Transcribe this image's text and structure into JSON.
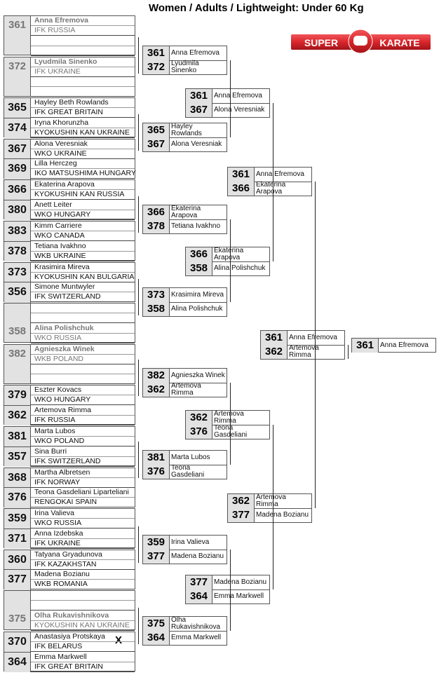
{
  "title": "Women / Adults / Lightweight: Under 60 Kg",
  "logo": {
    "left_text": "SUPER",
    "right_text": "KARATE",
    "color": "#d9262b"
  },
  "round1": [
    {
      "bye": true,
      "competitors": [
        {
          "num": "361",
          "name": "Anna Efremova",
          "club": "IFK RUSSIA"
        },
        null
      ]
    },
    {
      "bye": true,
      "competitors": [
        {
          "num": "372",
          "name": "Lyudmila Sinenko",
          "club": "IFK UKRAINE"
        },
        null
      ]
    },
    {
      "bye": false,
      "competitors": [
        {
          "num": "365",
          "name": "Hayley Beth Rowlands",
          "club": "IFK GREAT BRITAIN"
        },
        {
          "num": "374",
          "name": "Iryna Khorunzha",
          "club": "KYOKUSHIN KAN UKRAINE"
        }
      ]
    },
    {
      "bye": false,
      "competitors": [
        {
          "num": "367",
          "name": "Alona Veresniak",
          "club": "WKO UKRAINE"
        },
        {
          "num": "369",
          "name": "Lilla Herczeg",
          "club": "IKO MATSUSHIMA HUNGARY"
        }
      ]
    },
    {
      "bye": false,
      "competitors": [
        {
          "num": "366",
          "name": "Ekaterina Arapova",
          "club": "KYOKUSHIN KAN RUSSIA"
        },
        {
          "num": "380",
          "name": "Anett Leiter",
          "club": "WKO HUNGARY"
        }
      ]
    },
    {
      "bye": false,
      "competitors": [
        {
          "num": "383",
          "name": "Kimm Carriere",
          "club": "WKO CANADA"
        },
        {
          "num": "378",
          "name": "Tetiana Ivakhno",
          "club": "WKB UKRAINE"
        }
      ]
    },
    {
      "bye": false,
      "competitors": [
        {
          "num": "373",
          "name": "Krasimira Mireva",
          "club": "KYOKUSHIN KAN BULGARIA"
        },
        {
          "num": "356",
          "name": "Simone Muntwyler",
          "club": "IFK SWITZERLAND"
        }
      ]
    },
    {
      "bye": true,
      "competitors": [
        null,
        {
          "num": "358",
          "name": "Alina Polishchuk",
          "club": "WKO RUSSIA"
        }
      ]
    },
    {
      "bye": true,
      "competitors": [
        {
          "num": "382",
          "name": "Agnieszka Winek",
          "club": "WKB POLAND"
        },
        null
      ]
    },
    {
      "bye": false,
      "competitors": [
        {
          "num": "379",
          "name": "Eszter Kovacs",
          "club": "WKO HUNGARY"
        },
        {
          "num": "362",
          "name": "Artemova Rimma",
          "club": "IFK RUSSIA"
        }
      ]
    },
    {
      "bye": false,
      "competitors": [
        {
          "num": "381",
          "name": "Marta Lubos",
          "club": "WKO POLAND"
        },
        {
          "num": "357",
          "name": "Sina Burri",
          "club": "IFK SWITZERLAND"
        }
      ]
    },
    {
      "bye": false,
      "competitors": [
        {
          "num": "368",
          "name": "Martha Albretsen",
          "club": "IFK NORWAY"
        },
        {
          "num": "376",
          "name": "Teona Gasdeliani Liparteliani",
          "club": "RENGOKAI SPAIN"
        }
      ]
    },
    {
      "bye": false,
      "competitors": [
        {
          "num": "359",
          "name": "Irina Valieva",
          "club": "WKO RUSSIA"
        },
        {
          "num": "371",
          "name": "Anna Izdebska",
          "club": "IFK UKRAINE"
        }
      ]
    },
    {
      "bye": false,
      "competitors": [
        {
          "num": "360",
          "name": "Tatyana Gryadunova",
          "club": "IFK KAZAKHSTAN"
        },
        {
          "num": "377",
          "name": "Madena Bozianu",
          "club": "WKB ROMANIA"
        }
      ]
    },
    {
      "bye": true,
      "competitors": [
        null,
        {
          "num": "375",
          "name": "Olha Rukavishnikova",
          "club": "KYOKUSHIN KAN UKRAINE"
        }
      ]
    },
    {
      "bye": false,
      "competitors": [
        {
          "num": "370",
          "name": "Anastasiya Protskaya",
          "club": "IFK BELARUS"
        },
        {
          "num": "364",
          "name": "Emma Markwell",
          "club": "IFK GREAT BRITAIN"
        }
      ]
    }
  ],
  "withdrawn_mark": "X",
  "round2": [
    {
      "a": {
        "num": "361",
        "name": "Anna Efremova"
      },
      "b": {
        "num": "372",
        "name": "Lyudmila Sinenko"
      }
    },
    {
      "a": {
        "num": "365",
        "name": "Hayley Rowlands"
      },
      "b": {
        "num": "367",
        "name": "Alona Veresniak"
      }
    },
    {
      "a": {
        "num": "366",
        "name": "Ekaterina Arapova"
      },
      "b": {
        "num": "378",
        "name": "Tetiana Ivakhno"
      }
    },
    {
      "a": {
        "num": "373",
        "name": "Krasimira Mireva"
      },
      "b": {
        "num": "358",
        "name": "Alina Polishchuk"
      }
    },
    {
      "a": {
        "num": "382",
        "name": "Agnieszka Winek"
      },
      "b": {
        "num": "362",
        "name": "Artemova Rimma"
      }
    },
    {
      "a": {
        "num": "381",
        "name": "Marta Lubos"
      },
      "b": {
        "num": "376",
        "name": "Teona Gasdeliani"
      }
    },
    {
      "a": {
        "num": "359",
        "name": "Irina Valieva"
      },
      "b": {
        "num": "377",
        "name": "Madena Bozianu"
      }
    },
    {
      "a": {
        "num": "375",
        "name": "Olha Rukavishnikova"
      },
      "b": {
        "num": "364",
        "name": "Emma Markwell"
      }
    }
  ],
  "round3": [
    {
      "a": {
        "num": "361",
        "name": "Anna Efremova"
      },
      "b": {
        "num": "367",
        "name": "Alona Veresniak"
      }
    },
    {
      "a": {
        "num": "366",
        "name": "Ekaterina Arapova"
      },
      "b": {
        "num": "358",
        "name": "Alina Polishchuk"
      }
    },
    {
      "a": {
        "num": "362",
        "name": "Artemova Rimma"
      },
      "b": {
        "num": "376",
        "name": "Teona Gasdeliani"
      }
    },
    {
      "a": {
        "num": "377",
        "name": "Madena Bozianu"
      },
      "b": {
        "num": "364",
        "name": "Emma Markwell"
      }
    }
  ],
  "round4": [
    {
      "a": {
        "num": "361",
        "name": "Anna Efremova"
      },
      "b": {
        "num": "366",
        "name": "Ekaterina Arapova"
      }
    },
    {
      "a": {
        "num": "362",
        "name": "Artemova Rimma"
      },
      "b": {
        "num": "377",
        "name": "Madena Bozianu"
      }
    }
  ],
  "final": [
    {
      "a": {
        "num": "361",
        "name": "Anna Efremova"
      },
      "b": {
        "num": "362",
        "name": "Artemova Rimma"
      }
    }
  ],
  "winner": {
    "num": "361",
    "name": "Anna Efremova"
  }
}
